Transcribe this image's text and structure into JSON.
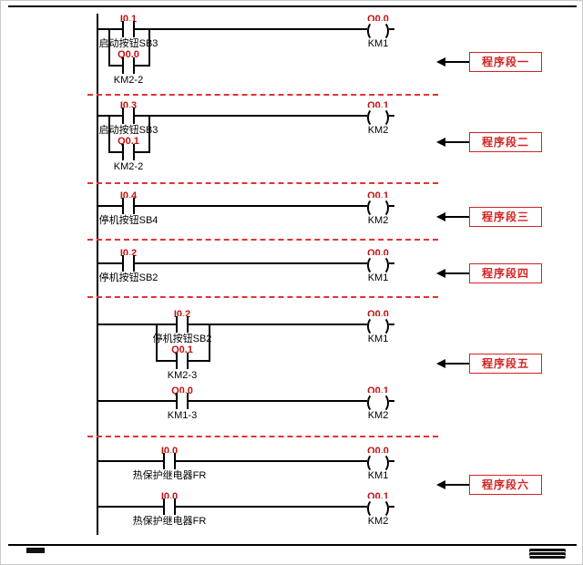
{
  "segments": [
    {
      "tag": "程序段一",
      "rungs": [
        {
          "contact": {
            "addr": "I0.1",
            "name": "启动按钮SB3"
          },
          "parallel": {
            "addr": "Q0.0",
            "name": "KM2-2"
          },
          "coil": {
            "addr": "Q0.0",
            "name": "KM1"
          }
        }
      ]
    },
    {
      "tag": "程序段二",
      "rungs": [
        {
          "contact": {
            "addr": "I0.3",
            "name": "启动按钮SB3"
          },
          "parallel": {
            "addr": "Q0.1",
            "name": "KM2-2"
          },
          "coil": {
            "addr": "Q0.1",
            "name": "KM2"
          }
        }
      ]
    },
    {
      "tag": "程序段三",
      "rungs": [
        {
          "contact": {
            "addr": "I0.4",
            "name": "停机按钮SB4"
          },
          "coil": {
            "addr": "Q0.1",
            "name": "KM2"
          }
        }
      ]
    },
    {
      "tag": "程序段四",
      "rungs": [
        {
          "contact": {
            "addr": "I0.2",
            "name": "停机按钮SB2"
          },
          "coil": {
            "addr": "Q0.0",
            "name": "KM1"
          }
        }
      ]
    },
    {
      "tag": "程序段五",
      "rungs": [
        {
          "contact": {
            "addr": "I0.2",
            "name": "停机按钮SB2"
          },
          "parallel": {
            "addr": "Q0.1",
            "name": "KM2-3"
          },
          "coil": {
            "addr": "Q0.0",
            "name": "KM1"
          }
        },
        {
          "contact": {
            "addr": "Q0.0",
            "name": "KM1-3"
          },
          "coil": {
            "addr": "Q0.1",
            "name": "KM2"
          }
        }
      ]
    },
    {
      "tag": "程序段六",
      "rungs": [
        {
          "contact": {
            "addr": "I0.0",
            "name": "热保护继电器FR"
          },
          "coil": {
            "addr": "Q0.0",
            "name": "KM1"
          }
        },
        {
          "contact": {
            "addr": "I0.0",
            "name": "热保护继电器FR"
          },
          "coil": {
            "addr": "Q0.1",
            "name": "KM2"
          }
        }
      ]
    }
  ],
  "colors": {
    "wire": "#000000",
    "address_text": "#c41111",
    "separator": "#e03333",
    "tag_box": "#d42222"
  }
}
